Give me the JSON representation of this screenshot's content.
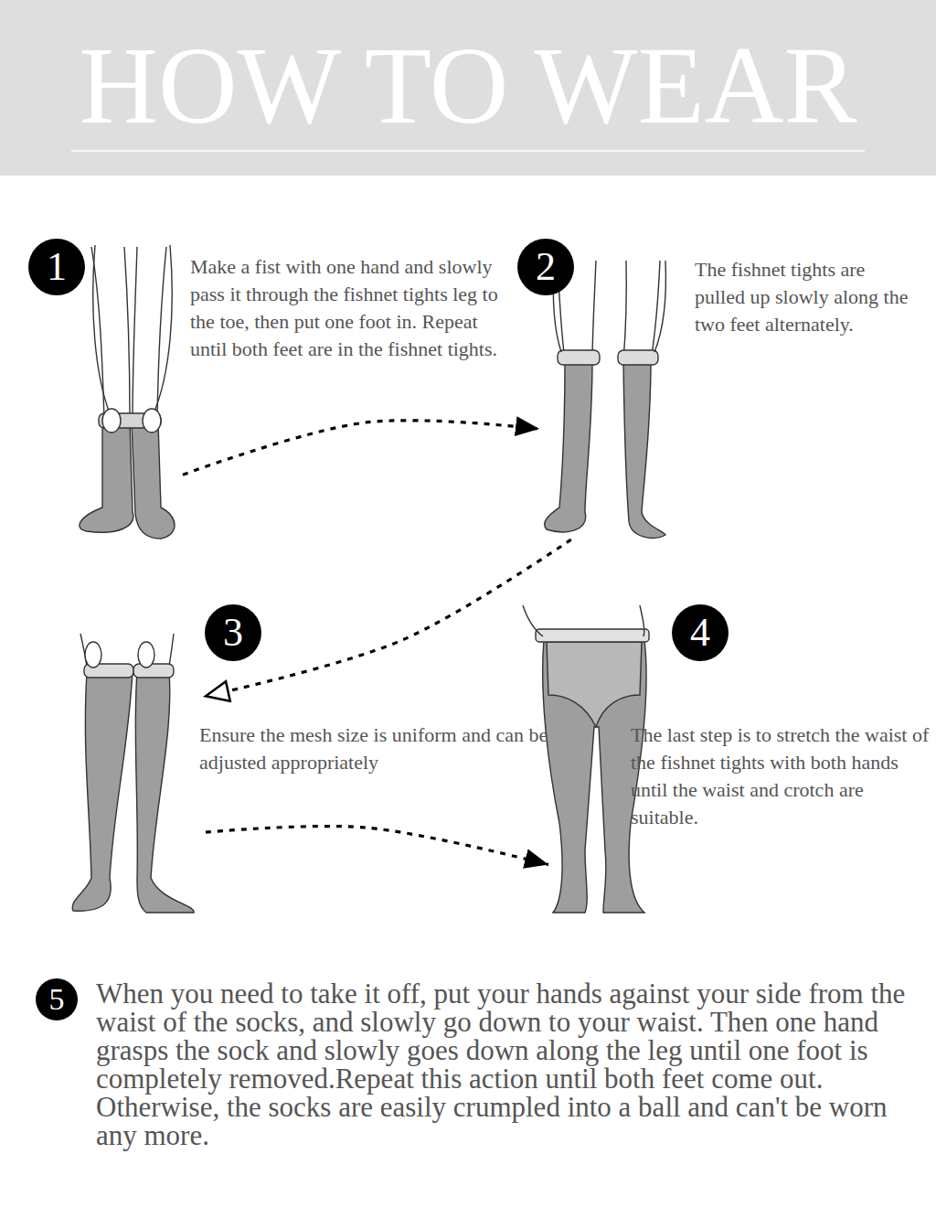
{
  "diagram": {
    "title": "HOW TO WEAR",
    "nodes": [
      {
        "text": [
          "1",
          "Make a fist with one hand and slowly pass it through the fishnet tights leg to the toe, then put one foot in. Repeat until both feet are in the fishnet tights."
        ]
      },
      {
        "text": [
          "2",
          "The fishnet tights are pulled up slowly along the two feet alternately."
        ]
      },
      {
        "text": [
          "3",
          "Ensure the mesh size is uniform and can be adjusted appropriately"
        ]
      },
      {
        "text": [
          "4",
          "The last step is to stretch the waist of the fishnet tights with both hands until the waist and crotch are suitable."
        ]
      },
      {
        "text": [
          "5",
          "When you need to take it off, put your hands against your side from the waist of the socks, and slowly go down to your waist. Then one hand grasps the sock and slowly goes down along the leg until one foot is completely removed.Repeat this action until both feet come out. Otherwise, the socks are easily crumpled into a ball and can't be worn any more."
        ]
      }
    ],
    "edges": [
      {
        "from": 0,
        "to": 1,
        "arrow": "to"
      },
      {
        "from": 1,
        "to": 2,
        "arrow": "to"
      },
      {
        "from": 2,
        "to": 3,
        "arrow": "to"
      }
    ]
  }
}
